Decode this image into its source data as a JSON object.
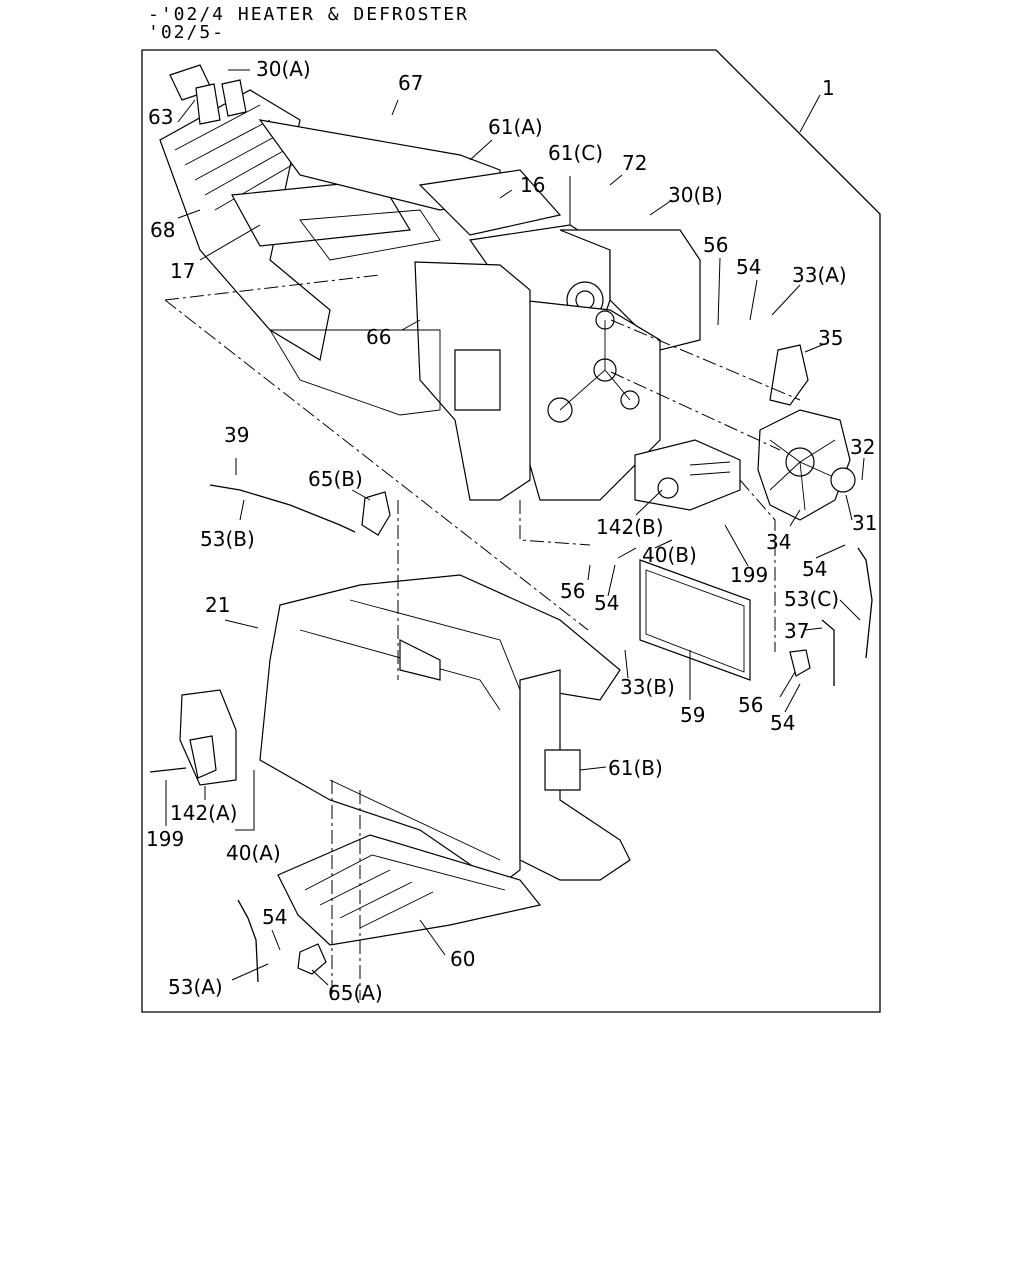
{
  "header": {
    "line1": "-'02/4 HEATER & DEFROSTER",
    "line2": "'02/5-"
  },
  "callouts": [
    {
      "id": "c1",
      "text": "1"
    },
    {
      "id": "c30a",
      "text": "30(A)"
    },
    {
      "id": "c63",
      "text": "63"
    },
    {
      "id": "c67",
      "text": "67"
    },
    {
      "id": "c61a",
      "text": "61(A)"
    },
    {
      "id": "c61c",
      "text": "61(C)"
    },
    {
      "id": "c72",
      "text": "72"
    },
    {
      "id": "c16",
      "text": "16"
    },
    {
      "id": "c30b",
      "text": "30(B)"
    },
    {
      "id": "c68",
      "text": "68"
    },
    {
      "id": "c17",
      "text": "17"
    },
    {
      "id": "c56a",
      "text": "56"
    },
    {
      "id": "c54a",
      "text": "54"
    },
    {
      "id": "c33a",
      "text": "33(A)"
    },
    {
      "id": "c35",
      "text": "35"
    },
    {
      "id": "c66",
      "text": "66"
    },
    {
      "id": "c39",
      "text": "39"
    },
    {
      "id": "c32",
      "text": "32"
    },
    {
      "id": "c65b",
      "text": "65(B)"
    },
    {
      "id": "c53b",
      "text": "53(B)"
    },
    {
      "id": "c142b",
      "text": "142(B)"
    },
    {
      "id": "c31",
      "text": "31"
    },
    {
      "id": "c34",
      "text": "34"
    },
    {
      "id": "c40b",
      "text": "40(B)"
    },
    {
      "id": "c199a",
      "text": "199"
    },
    {
      "id": "c54b",
      "text": "54"
    },
    {
      "id": "c56b",
      "text": "56"
    },
    {
      "id": "c54c",
      "text": "54"
    },
    {
      "id": "c53c",
      "text": "53(C)"
    },
    {
      "id": "c21",
      "text": "21"
    },
    {
      "id": "c37",
      "text": "37"
    },
    {
      "id": "c33b",
      "text": "33(B)"
    },
    {
      "id": "c59",
      "text": "59"
    },
    {
      "id": "c56c",
      "text": "56"
    },
    {
      "id": "c54d",
      "text": "54"
    },
    {
      "id": "c61b",
      "text": "61(B)"
    },
    {
      "id": "c142a",
      "text": "142(A)"
    },
    {
      "id": "c199b",
      "text": "199"
    },
    {
      "id": "c40a",
      "text": "40(A)"
    },
    {
      "id": "c54e",
      "text": "54"
    },
    {
      "id": "c60",
      "text": "60"
    },
    {
      "id": "c53a",
      "text": "53(A)"
    },
    {
      "id": "c65a",
      "text": "65(A)"
    }
  ]
}
